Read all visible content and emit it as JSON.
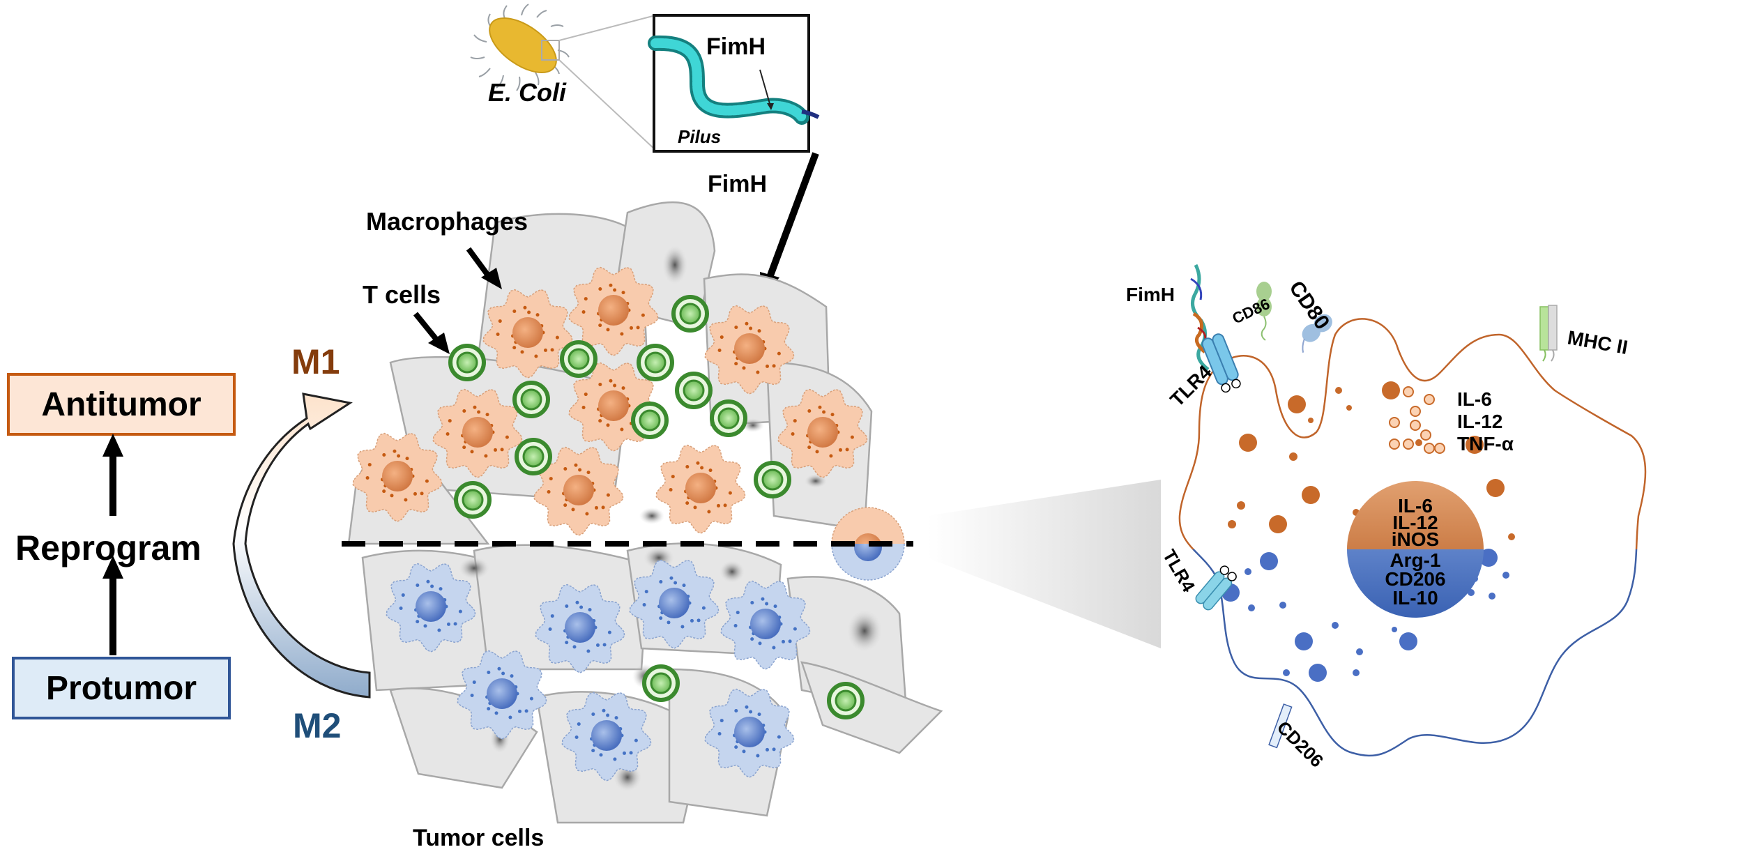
{
  "states": {
    "antitumor": "Antitumor",
    "protumor": "Protumor",
    "reprogram": "Reprogram",
    "m1": "M1",
    "m2": "M2"
  },
  "bacteria": {
    "name": "E. Coli",
    "inset_label_pilus": "Pilus",
    "inset_label_fimh": "FimH",
    "arrow_label": "FimH"
  },
  "tumor_microenvironment": {
    "macrophages_label": "Macrophages",
    "t_cells_label": "T cells",
    "tumor_cells_label": "Tumor cells"
  },
  "macrophage_detail": {
    "receptors": {
      "fimh": "FimH",
      "tlr4_top": "TLR4",
      "cd86": "CD86",
      "cd80": "CD80",
      "mhc2": "MHC II",
      "tlr4_bottom": "TLR4",
      "cd206": "CD206"
    },
    "secreted_cytokines": [
      "IL-6",
      "IL-12",
      "TNF-α"
    ],
    "nucleus_m1_markers": [
      "IL-6",
      "IL-12",
      "iNOS"
    ],
    "nucleus_m2_markers": [
      "Arg-1",
      "CD206",
      "IL-10"
    ]
  },
  "colors": {
    "m1_fill": "#f8cbad",
    "m1_dark": "#c55a11",
    "m1_text": "#843c0c",
    "m2_fill": "#c5d5ee",
    "m2_dark": "#4472c4",
    "m2_text": "#1f4e79",
    "t_cell": "#3b8a2e",
    "tumor_cell": "#e8e8e8",
    "ecoli": "#e8b830",
    "pilus": "#2bb5b5"
  }
}
